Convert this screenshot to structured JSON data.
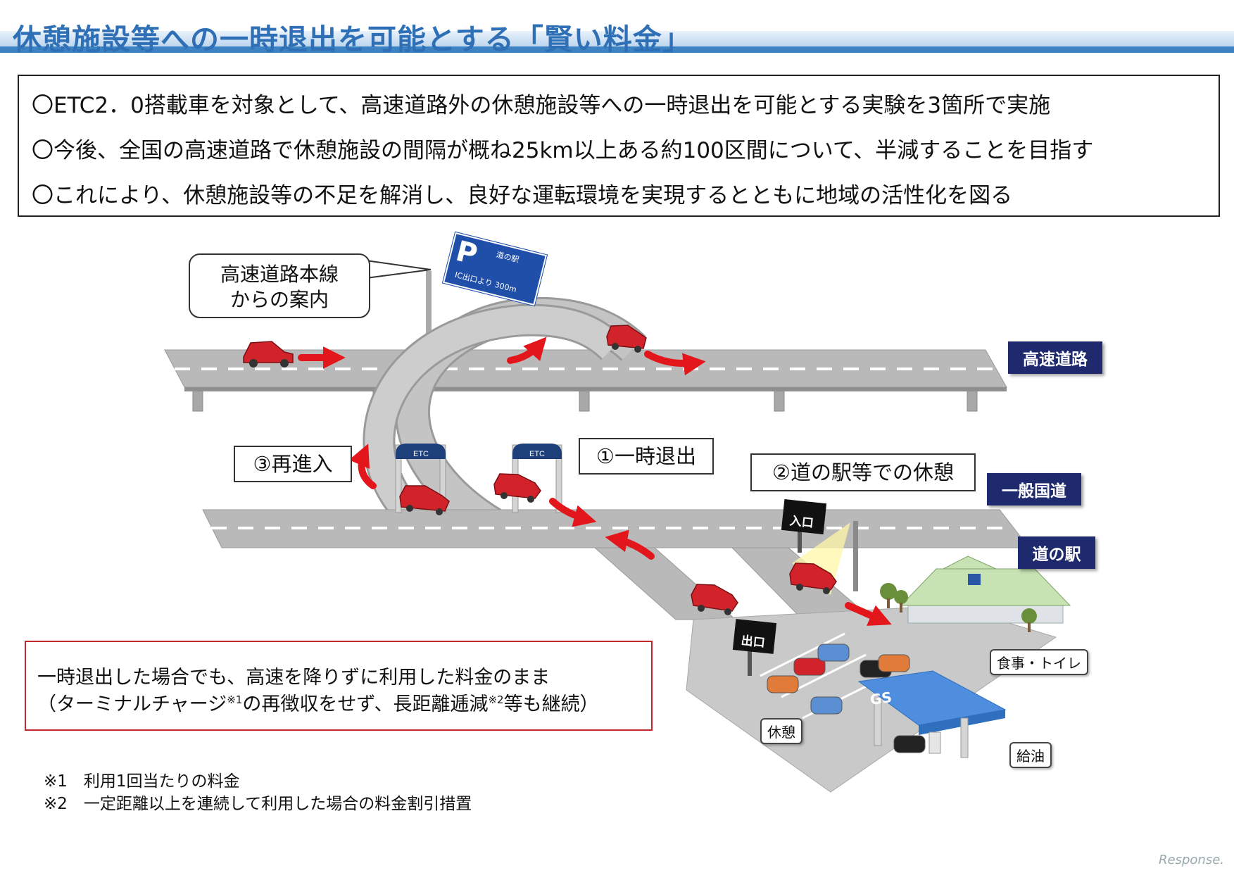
{
  "header": {
    "title": "休憩施設等への一時退出を可能とする「賢い料金」"
  },
  "summary": {
    "lines": [
      "〇ETC2．0搭載車を対象として、高速道路外の休憩施設等への一時退出を可能とする実験を3箇所で実施",
      "〇今後、全国の高速道路で休憩施設の間隔が概ね25km以上ある約100区間について、半減することを目指す",
      "〇これにより、休憩施設等の不足を解消し、良好な運転環境を実現するとともに地域の活性化を図る"
    ]
  },
  "diagram": {
    "callout_guidance": [
      "高速道路本線",
      "からの案内"
    ],
    "step_reentry": "③再進入",
    "step_exit": "①一時退出",
    "step_rest": "②道の駅等での休憩",
    "label_expressway": "高速道路",
    "label_national_road": "一般国道",
    "label_roadside_station": "道の駅",
    "sign_entrance": "入口",
    "sign_exit": "出口",
    "etc_gate": "ETC",
    "gs": "GS",
    "label_food_toilet": "食事・トイレ",
    "label_rest": "休憩",
    "label_fuel": "給油",
    "road_sign": {
      "p": "P",
      "station": "道の駅",
      "distance": "IC出口より 300m"
    },
    "colors": {
      "road": "#b9b9b9",
      "navy": "#1f2a6e",
      "arrow": "#e3161b",
      "car": "#d2232a",
      "gs_canopy": "#4f8ede"
    }
  },
  "note": {
    "line1": "一時退出した場合でも、高速を降りずに利用した料金のまま",
    "line2_a": "（ターミナルチャージ",
    "line2_sup1": "※1",
    "line2_b": "の再徴収をせず、長距離逓減",
    "line2_sup2": "※2",
    "line2_c": "等も継続）"
  },
  "footnotes": [
    "※1　利用1回当たりの料金",
    "※2　一定距離以上を連続して利用した場合の料金割引措置"
  ],
  "watermark": "Response."
}
